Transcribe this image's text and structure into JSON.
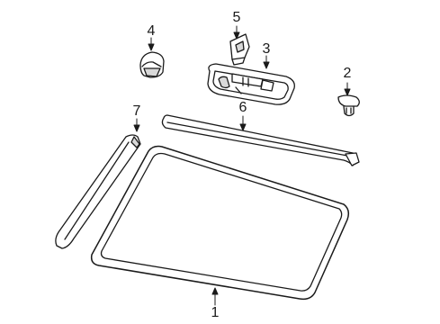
{
  "callouts": {
    "windshield": "1",
    "mirror_support_clip": "2",
    "rearview_mirror": "3",
    "mirror_cover": "4",
    "mount_bracket": "5",
    "upper_molding": "6",
    "side_molding": "7"
  },
  "colors": {
    "line": "#1a1a1a",
    "fill": "#ffffff",
    "shade": "#d9d9d9"
  }
}
